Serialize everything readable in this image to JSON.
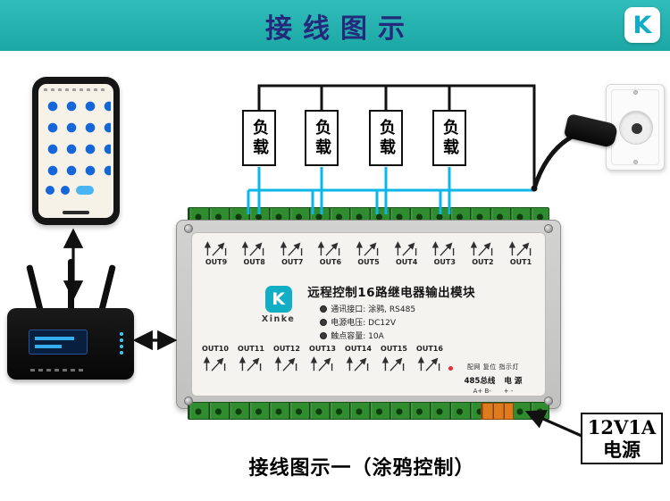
{
  "header": {
    "title": "接线图示",
    "logo_letter": "K"
  },
  "colors": {
    "header_teal": "#1fa9a6",
    "wire_black": "#111111",
    "wire_cyan": "#0bb7e9",
    "terminal_green": "#2f8c2f",
    "connector_orange": "#e07b1d",
    "logo_cyan": "#12aec6"
  },
  "loads": [
    {
      "label": "负载"
    },
    {
      "label": "负载"
    },
    {
      "label": "负载"
    },
    {
      "label": "负载"
    }
  ],
  "module": {
    "title": "远程控制16路继电器输出模块",
    "brand": "Xinke",
    "logo_letter": "K",
    "specs": [
      {
        "text": "通讯接口: 涂鸦, RS485"
      },
      {
        "text": "电源电压: DC12V"
      },
      {
        "text": "触点容量: 10A"
      }
    ],
    "top_outputs": [
      {
        "label": "OUT9"
      },
      {
        "label": "OUT8"
      },
      {
        "label": "OUT7"
      },
      {
        "label": "OUT6"
      },
      {
        "label": "OUT5"
      },
      {
        "label": "OUT4"
      },
      {
        "label": "OUT3"
      },
      {
        "label": "OUT2"
      },
      {
        "label": "OUT1"
      }
    ],
    "bottom_outputs": [
      {
        "label": "OUT10"
      },
      {
        "label": "OUT11"
      },
      {
        "label": "OUT12"
      },
      {
        "label": "OUT13"
      },
      {
        "label": "OUT14"
      },
      {
        "label": "OUT15"
      },
      {
        "label": "OUT16"
      }
    ],
    "io": {
      "indicator": "配网 复位 指示灯",
      "bus": "485总线",
      "power": "电 源",
      "bus_pins": "A+ B-",
      "power_pins": "+  -"
    }
  },
  "power_supply": {
    "line1": "12V1A",
    "line2": "电源"
  },
  "caption": "接线图示一（涂鸦控制）"
}
